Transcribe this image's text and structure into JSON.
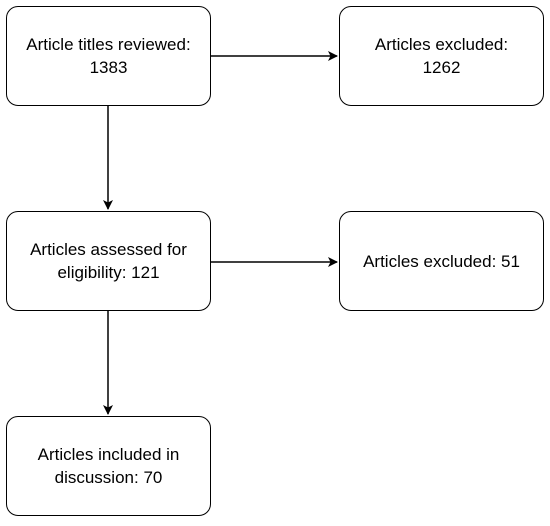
{
  "nodes": {
    "reviewed": {
      "line1": "Article titles reviewed:",
      "line2": "1383"
    },
    "excluded_first": {
      "line1": "Articles excluded:",
      "line2": "1262"
    },
    "assessed": {
      "line1": "Articles assessed for",
      "line2": "eligibility: 121"
    },
    "excluded_second": {
      "line1": "Articles excluded: 51"
    },
    "included": {
      "line1": "Articles included in",
      "line2": "discussion: 70"
    }
  },
  "edges": [
    {
      "from": "reviewed",
      "to": "excluded_first"
    },
    {
      "from": "reviewed",
      "to": "assessed"
    },
    {
      "from": "assessed",
      "to": "excluded_second"
    },
    {
      "from": "assessed",
      "to": "included"
    }
  ],
  "colors": {
    "stroke": "#000000",
    "background": "#ffffff"
  }
}
